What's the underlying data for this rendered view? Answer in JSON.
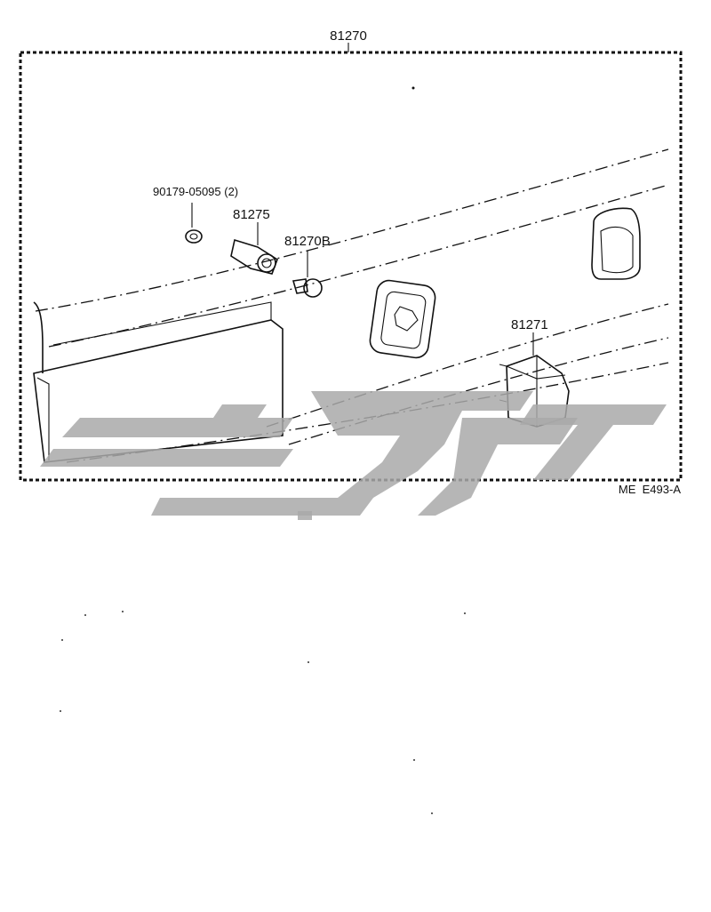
{
  "diagram": {
    "assembly_label": "81270",
    "parts": {
      "screw": "90179-05095 (2)",
      "socket": "81275",
      "bulb": "81270B",
      "lens": "81271"
    },
    "figure_code": "ME  E493-A"
  }
}
